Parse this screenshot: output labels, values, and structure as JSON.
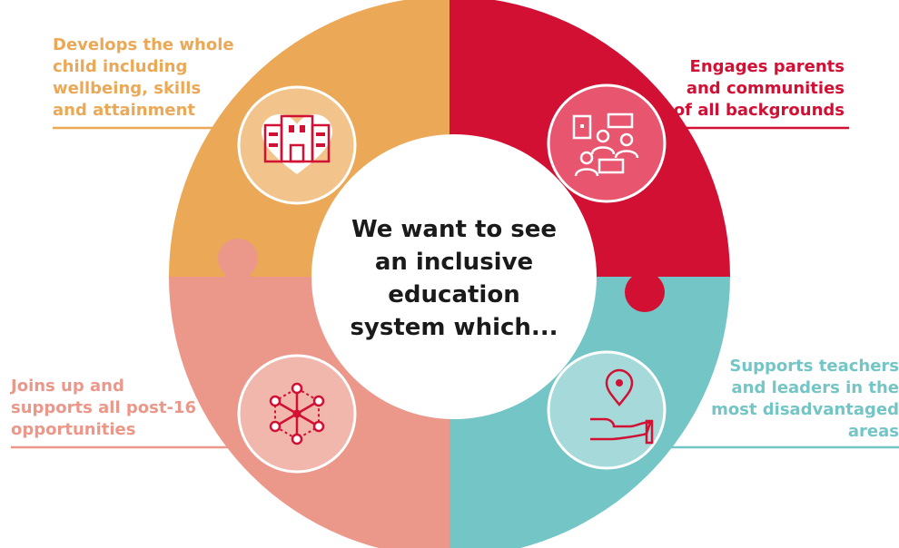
{
  "center": {
    "text": "We want to see\nan inclusive\neducation\nsystem which..."
  },
  "segments": [
    {
      "id": "top-left",
      "label": "Develops the whole\nchild including\nwellbeing, skills\nand attainment",
      "icon": "school-building-heart-icon",
      "color": "#EBA957"
    },
    {
      "id": "top-right",
      "label": "Engages parents\nand communities\nof all backgrounds",
      "icon": "people-speech-bubbles-icon",
      "color": "#D11034"
    },
    {
      "id": "bottom-left",
      "label": "Joins up and\nsupports all post-16\nopportunities",
      "icon": "network-hexagon-icon",
      "color": "#EB978A"
    },
    {
      "id": "bottom-right",
      "label": "Supports teachers\nand leaders in the\nmost disadvantaged\nareas",
      "icon": "hand-location-pin-icon",
      "color": "#74C5C6"
    }
  ],
  "colors": {
    "background": "#FFFFFF",
    "center_circle": "#FFFFFF",
    "center_text": "#1A1A1A",
    "icon_line": "#D11034"
  }
}
